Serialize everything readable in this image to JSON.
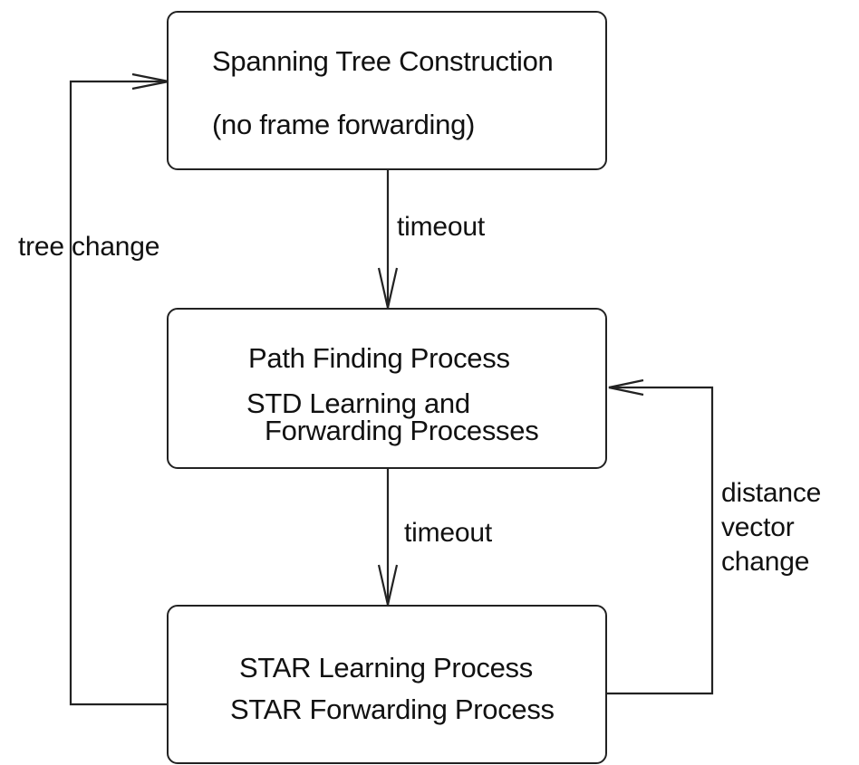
{
  "boxes": {
    "spanning_tree": {
      "line1": "Spanning Tree Construction",
      "line2": "(no frame forwarding)"
    },
    "path_finding": {
      "line1": "Path Finding Process",
      "line2": "STD Learning and",
      "line3": "Forwarding Processes"
    },
    "star": {
      "line1": "STAR Learning Process",
      "line2": "STAR Forwarding Process"
    }
  },
  "edges": {
    "timeout_1": "timeout",
    "timeout_2": "timeout",
    "tree_change": "tree change",
    "distance_vector_change": {
      "line1": "distance",
      "line2": "vector",
      "line3": "change"
    }
  }
}
